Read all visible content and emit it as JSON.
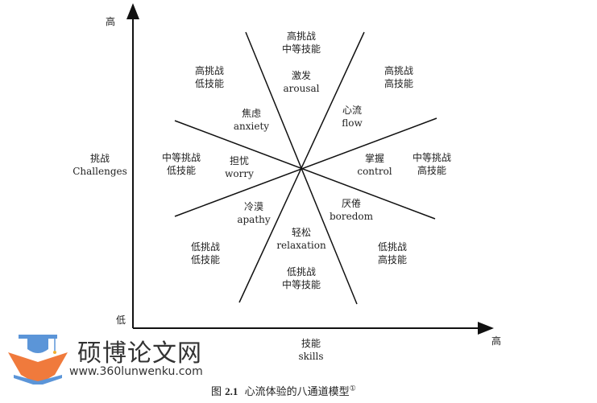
{
  "axes": {
    "y_high": "高",
    "y_label_cn": "挑战",
    "y_label_en": "Challenges",
    "x_low": "低",
    "x_high": "高",
    "x_label_cn": "技能",
    "x_label_en": "skills"
  },
  "states": [
    {
      "cn": "激发",
      "en": "arousal"
    },
    {
      "cn": "心流",
      "en": "flow"
    },
    {
      "cn": "掌握",
      "en": "control"
    },
    {
      "cn": "厌倦",
      "en": "boredom"
    },
    {
      "cn": "轻松",
      "en": "relaxation"
    },
    {
      "cn": "冷漠",
      "en": "apathy"
    },
    {
      "cn": "担忧",
      "en": "worry"
    },
    {
      "cn": "焦虑",
      "en": "anxiety"
    }
  ],
  "regions": [
    {
      "l1": "高挑战",
      "l2": "中等技能"
    },
    {
      "l1": "高挑战",
      "l2": "高技能"
    },
    {
      "l1": "中等挑战",
      "l2": "高技能"
    },
    {
      "l1": "低挑战",
      "l2": "高技能"
    },
    {
      "l1": "低挑战",
      "l2": "中等技能"
    },
    {
      "l1": "低挑战",
      "l2": "低技能"
    },
    {
      "l1": "中等挑战",
      "l2": "低技能"
    },
    {
      "l1": "高挑战",
      "l2": "低技能"
    }
  ],
  "caption": {
    "prefix": "图",
    "number": "2.1",
    "title": "心流体验的八通道模型",
    "footnote": "①"
  },
  "watermark": {
    "title": "硕博论文网",
    "url": "www.360lunwenku.com"
  },
  "colors": {
    "line": "#111111",
    "logo_orange": "#f07a3c",
    "logo_blue": "#5b95d8"
  }
}
